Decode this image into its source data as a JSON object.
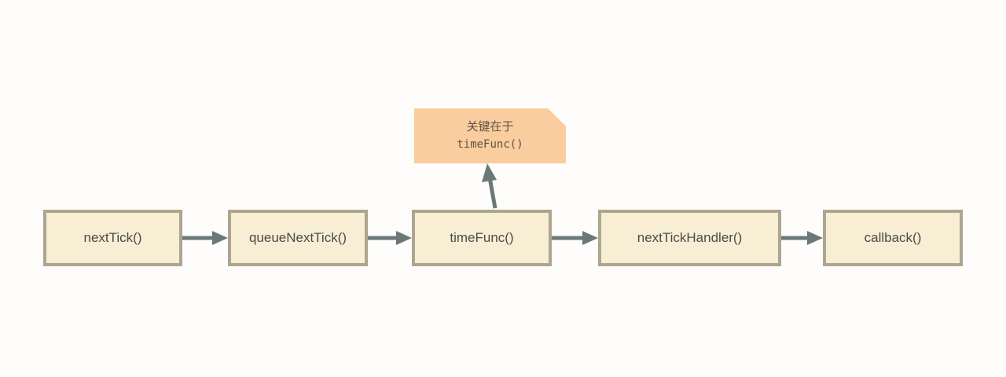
{
  "nodes": [
    {
      "id": "n0",
      "label": "nextTick()"
    },
    {
      "id": "n1",
      "label": "queueNextTick()"
    },
    {
      "id": "n2",
      "label": "timeFunc()"
    },
    {
      "id": "n3",
      "label": "nextTickHandler()"
    },
    {
      "id": "n4",
      "label": "callback()"
    }
  ],
  "note": {
    "line1": "关键在于",
    "line2": "timeFunc()"
  },
  "edges": [
    {
      "from": "nextTick()",
      "to": "queueNextTick()"
    },
    {
      "from": "queueNextTick()",
      "to": "timeFunc()"
    },
    {
      "from": "timeFunc()",
      "to": "nextTickHandler()"
    },
    {
      "from": "nextTickHandler()",
      "to": "callback()"
    },
    {
      "from": "timeFunc()",
      "to": "note"
    }
  ],
  "colors": {
    "background": "#fefdfb",
    "node_fill": "#f8eed4",
    "node_border": "#aea58f",
    "note_fill": "#f9cd9d",
    "note_fold": "#d8a574",
    "arrow": "#6b7878",
    "text": "#4b4b4b"
  }
}
